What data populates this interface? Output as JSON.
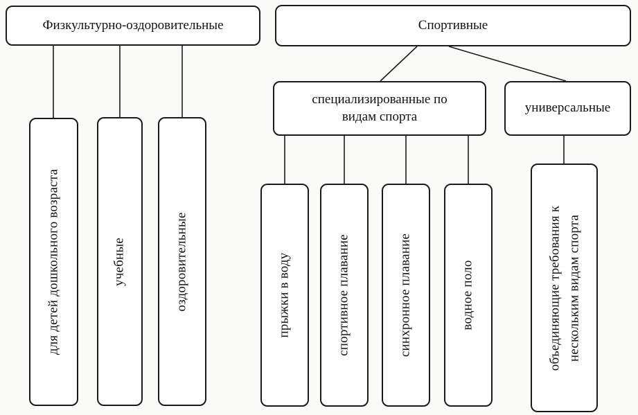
{
  "nodes": {
    "fitness_root": {
      "label": "Физкультурно-оздоровительные"
    },
    "sports_root": {
      "label": "Спортивные"
    },
    "left_children": [
      {
        "label": "для детей дошкольного возраста"
      },
      {
        "label": "учебные"
      },
      {
        "label": "оздоровительные"
      }
    ],
    "specialized": {
      "label": "специализированные по видам спорта"
    },
    "universal": {
      "label": "универсальные"
    },
    "specialized_children": [
      {
        "label": "прыжки в воду"
      },
      {
        "label": "спортивное плавание"
      },
      {
        "label": "синхронное плавание"
      },
      {
        "label": "водное поло"
      }
    ],
    "universal_children": [
      {
        "label": "объединяющие требования к нескольким видам спорта"
      }
    ]
  },
  "style": {
    "line_color": "#1b1b1b",
    "box_fill": "#ffffff",
    "box_border": "#1a1a1a"
  }
}
